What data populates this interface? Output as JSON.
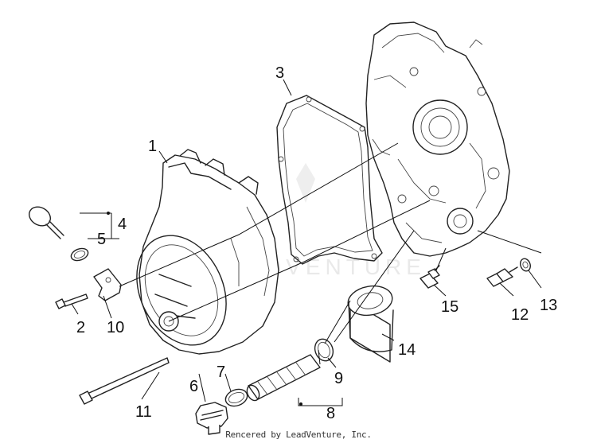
{
  "diagram": {
    "callouts": [
      {
        "id": "1",
        "label": "1"
      },
      {
        "id": "2",
        "label": "2"
      },
      {
        "id": "3",
        "label": "3"
      },
      {
        "id": "4",
        "label": "4"
      },
      {
        "id": "5",
        "label": "5"
      },
      {
        "id": "6",
        "label": "6"
      },
      {
        "id": "7",
        "label": "7"
      },
      {
        "id": "8",
        "label": "8"
      },
      {
        "id": "9",
        "label": "9"
      },
      {
        "id": "10",
        "label": "10"
      },
      {
        "id": "11",
        "label": "11"
      },
      {
        "id": "12",
        "label": "12"
      },
      {
        "id": "13",
        "label": "13"
      },
      {
        "id": "14",
        "label": "14"
      },
      {
        "id": "15",
        "label": "15"
      }
    ],
    "watermark": "LEADVENTURE",
    "footer": "Rencered by LeadVenture, Inc."
  }
}
